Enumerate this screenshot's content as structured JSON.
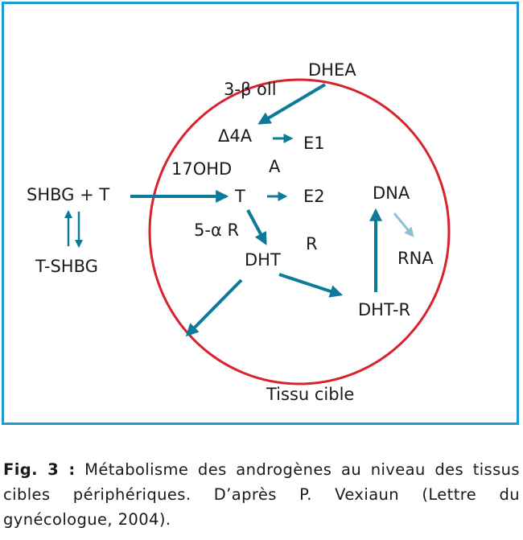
{
  "diagram": {
    "nodes": {
      "dhea": "DHEA",
      "three_beta_oll": "3-β oll",
      "delta4a": "Δ4A",
      "e1": "E1",
      "seventeen_ohd": "17OHD",
      "a_label": "A",
      "shbg_t": "SHBG + T",
      "t": "T",
      "e2": "E2",
      "dna": "DNA",
      "five_alpha_r": "5-α R",
      "r_label": "R",
      "rna": "RNA",
      "t_shbg": "T-SHBG",
      "dht": "DHT",
      "dht_r": "DHT-R",
      "tissu_cible": "Tissu cible"
    },
    "colors": {
      "frame": "#1e9ad6",
      "circle": "#d8232f",
      "arrow": "#0e7a9a",
      "arrow_light": "#8fbfd4",
      "text": "#1a1a1a"
    }
  },
  "caption": {
    "label": "Fig. 3 :",
    "text": " Métabolisme des androgènes au niveau des tissus cibles périphériques. D’après P. Vexiaun (Lettre du gynécologue, 2004)."
  }
}
